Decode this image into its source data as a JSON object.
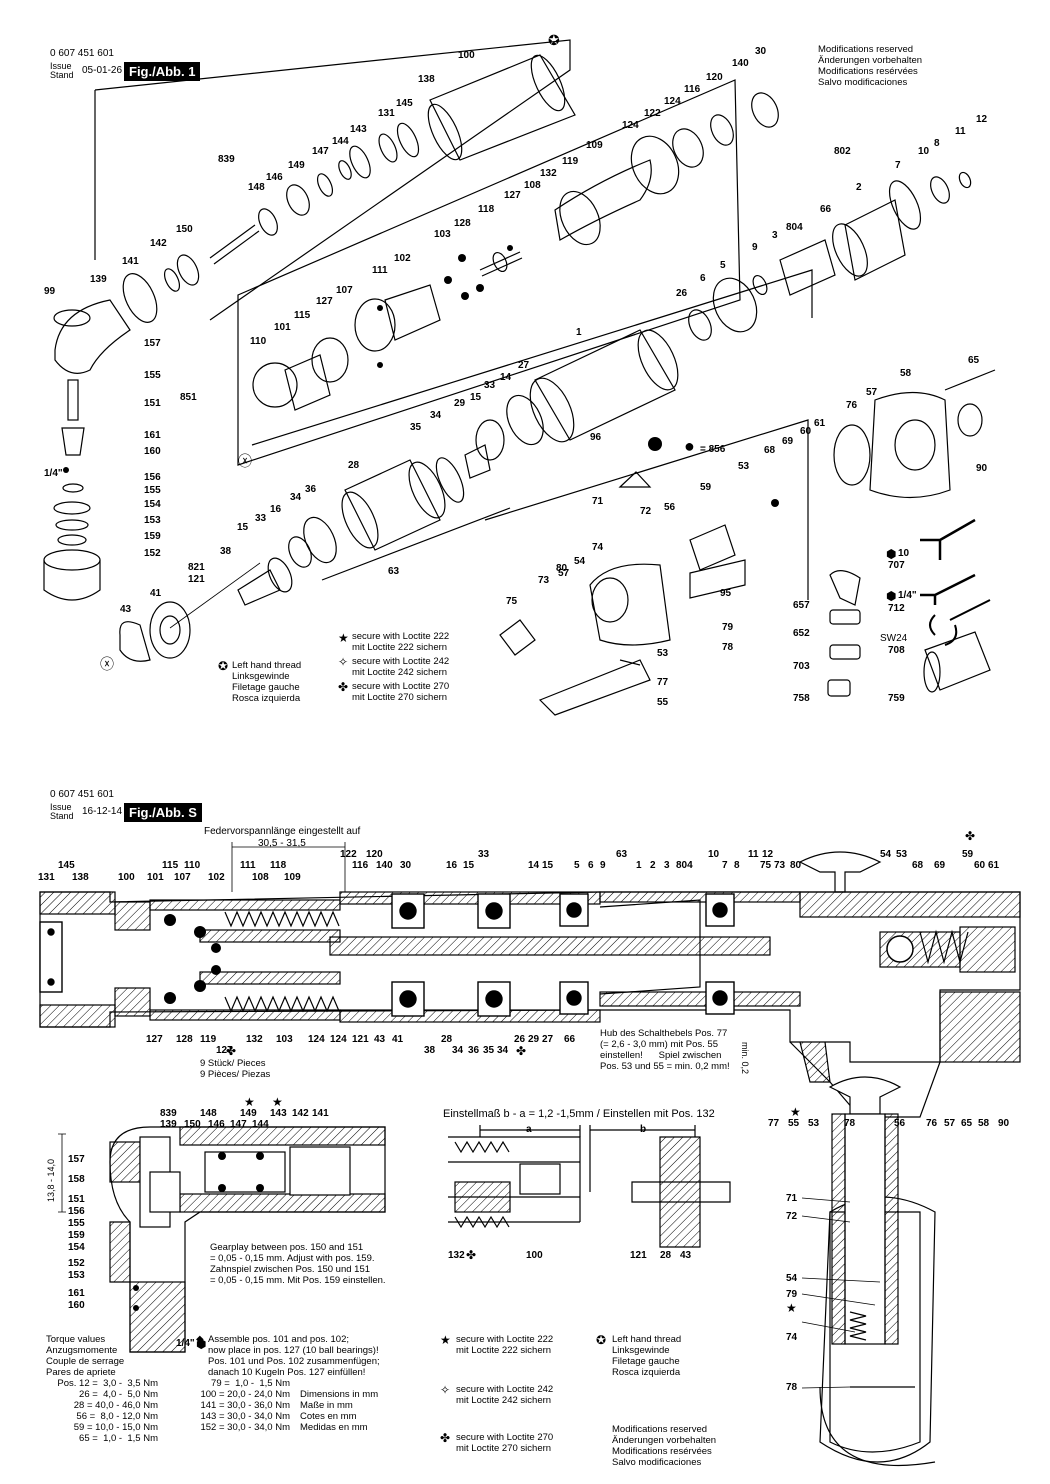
{
  "sheet1": {
    "part_number": "0 607 451 601",
    "issue_label": "Issue",
    "stand_label": "Stand",
    "issue_date": "05-01-26",
    "figure_label": "Fig./Abb. 1",
    "modifications": [
      "Modifications reserved",
      "Änderungen vorbehalten",
      "Modifications resérvées",
      "Salvo modificaciones"
    ],
    "ball_legend": "= 856",
    "loctite_222": [
      "secure with Loctite 222",
      "mit Loctite 222 sichern"
    ],
    "loctite_242": [
      "secure with Loctite 242",
      "mit Loctite 242 sichern"
    ],
    "loctite_270": [
      "secure with Loctite 270",
      "mit Loctite 270 sichern"
    ],
    "left_hand_thread": [
      "Left hand thread",
      "Linksgewinde",
      "Filetage gauche",
      "Rosca izquierda"
    ],
    "tool_hex10": "10",
    "tool_hex14": "1/4\"",
    "tool_sw24": "SW24",
    "labels": [
      "100",
      "138",
      "145",
      "131",
      "143",
      "144",
      "147",
      "149",
      "146",
      "148",
      "839",
      "150",
      "142",
      "141",
      "139",
      "99",
      "157",
      "155",
      "151",
      "161",
      "160",
      "1/4\"",
      "156",
      "155",
      "154",
      "153",
      "159",
      "152",
      "851",
      "30",
      "140",
      "120",
      "116",
      "124",
      "122",
      "124",
      "109",
      "119",
      "132",
      "108",
      "127",
      "118",
      "128",
      "103",
      "102",
      "111",
      "107",
      "127",
      "115",
      "101",
      "110",
      "802",
      "12",
      "11",
      "10",
      "8",
      "7",
      "2",
      "66",
      "804",
      "3",
      "9",
      "5",
      "6",
      "26",
      "1",
      "27",
      "14",
      "33",
      "15",
      "29",
      "34",
      "35",
      "28",
      "36",
      "34",
      "16",
      "33",
      "15",
      "38",
      "63",
      "96",
      "821",
      "121",
      "41",
      "43",
      "65",
      "58",
      "57",
      "76",
      "61",
      "60",
      "69",
      "68",
      "53",
      "90",
      "59",
      "71",
      "72",
      "56",
      "74",
      "54",
      "57",
      "73",
      "80",
      "75",
      "95",
      "79",
      "78",
      "53",
      "77",
      "55",
      "707",
      "712",
      "657",
      "652",
      "703",
      "708",
      "758",
      "759"
    ]
  },
  "sheet2": {
    "part_number": "0 607 451 601",
    "issue_label": "Issue",
    "stand_label": "Stand",
    "issue_date": "16-12-14",
    "figure_label": "Fig./Abb. S",
    "spring_note": "Federvorspannlänge eingestellt auf",
    "spring_dim": "30,5 - 31,5",
    "top_labels": [
      "131",
      "145",
      "138",
      "100",
      "115",
      "101",
      "110",
      "107",
      "102",
      "111",
      "108",
      "118",
      "109",
      "122",
      "116",
      "120",
      "140",
      "30",
      "16",
      "15",
      "33",
      "14",
      "15",
      "5",
      "6",
      "9",
      "63",
      "1",
      "2",
      "3",
      "804",
      "10",
      "7",
      "8",
      "11",
      "12",
      "75",
      "73",
      "80",
      "54",
      "53",
      "68",
      "69",
      "59",
      "60",
      "61"
    ],
    "bottom_labels": [
      "127",
      "128",
      "119",
      "127",
      "132",
      "103",
      "124",
      "124",
      "121",
      "43",
      "41",
      "38",
      "28",
      "34",
      "36",
      "35",
      "34",
      "26",
      "29",
      "27",
      "66"
    ],
    "pieces_note": [
      "9 Stück/ Pieces",
      "9 Pièces/ Piezas"
    ],
    "hub_note": [
      "Hub des Schalthebels Pos. 77",
      "(= 2,6 - 3,0 mm) mit Pos. 55",
      "einstellen!      Spiel zwischen",
      "Pos. 53 und 55 = min. 0,2 mm!"
    ],
    "min_note": "min. 0,2",
    "right_bottom_labels": [
      "77",
      "55",
      "53",
      "78",
      "56",
      "76",
      "57",
      "65",
      "58",
      "90"
    ],
    "angle_labels": [
      "839",
      "148",
      "149",
      "143",
      "142",
      "141",
      "139",
      "150",
      "146",
      "147",
      "144",
      "157",
      "158",
      "151",
      "156",
      "155",
      "159",
      "154",
      "152",
      "153",
      "161",
      "160"
    ],
    "angle_dim": "13,8 - 14,0",
    "angle_hex": "1/4\"",
    "gearplay_note": [
      "Gearplay between pos. 150 and 151",
      "= 0,05 - 0,15 mm. Adjust with pos. 159.",
      "Zahnspiel zwischen Pos. 150 und 151",
      "= 0,05 - 0,15 mm. Mit Pos. 159 einstellen."
    ],
    "einstell_note": "Einstellmaß b - a = 1,2 -1,5mm / Einstellen mit Pos. 132",
    "dim_a": "a",
    "dim_b": "b",
    "detail_labels": [
      "132",
      "100",
      "121",
      "28",
      "43"
    ],
    "trigger_labels": [
      "71",
      "72",
      "54",
      "79",
      "74",
      "78"
    ],
    "torque_title": [
      "Torque values",
      "Anzugsmomente",
      "Couple de serrage",
      "Pares de apriete"
    ],
    "torque_col1": [
      "Pos. 12 =  3,0 -  3,5 Nm",
      "26 =  4,0 -  5,0 Nm",
      "28 = 40,0 - 46,0 Nm",
      "56 =  8,0 - 12,0 Nm",
      "59 = 10,0 - 15,0 Nm",
      "65 =  1,0 -  1,5 Nm"
    ],
    "torque_col2": [
      "79 =  1,0 -  1,5 Nm",
      "100 = 20,0 - 24,0 Nm",
      "141 = 30,0 - 36,0 Nm",
      "143 = 30,0 - 34,0 Nm",
      "152 = 30,0 - 34,0 Nm"
    ],
    "dimensions": [
      "Dimensions in mm",
      "Maße in mm",
      "Cotes en mm",
      "Medidas en mm"
    ],
    "assemble_note": [
      "Assemble pos. 101 and pos. 102;",
      "now place in pos. 127 (10 ball bearings)!",
      "Pos. 101 und Pos. 102 zusammenfügen;",
      "danach 10 Kugeln Pos. 127 einfüllen!"
    ],
    "loctite_222": [
      "secure with Loctite 222",
      "mit Loctite 222 sichern"
    ],
    "loctite_242": [
      "secure with Loctite 242",
      "mit Loctite 242 sichern"
    ],
    "loctite_270": [
      "secure with Loctite 270",
      "mit Loctite 270 sichern"
    ],
    "left_hand_thread": [
      "Left hand thread",
      "Linksgewinde",
      "Filetage gauche",
      "Rosca izquierda"
    ],
    "modifications": [
      "Modifications reserved",
      "Änderungen vorbehalten",
      "Modifications resérvées",
      "Salvo modificaciones"
    ]
  }
}
